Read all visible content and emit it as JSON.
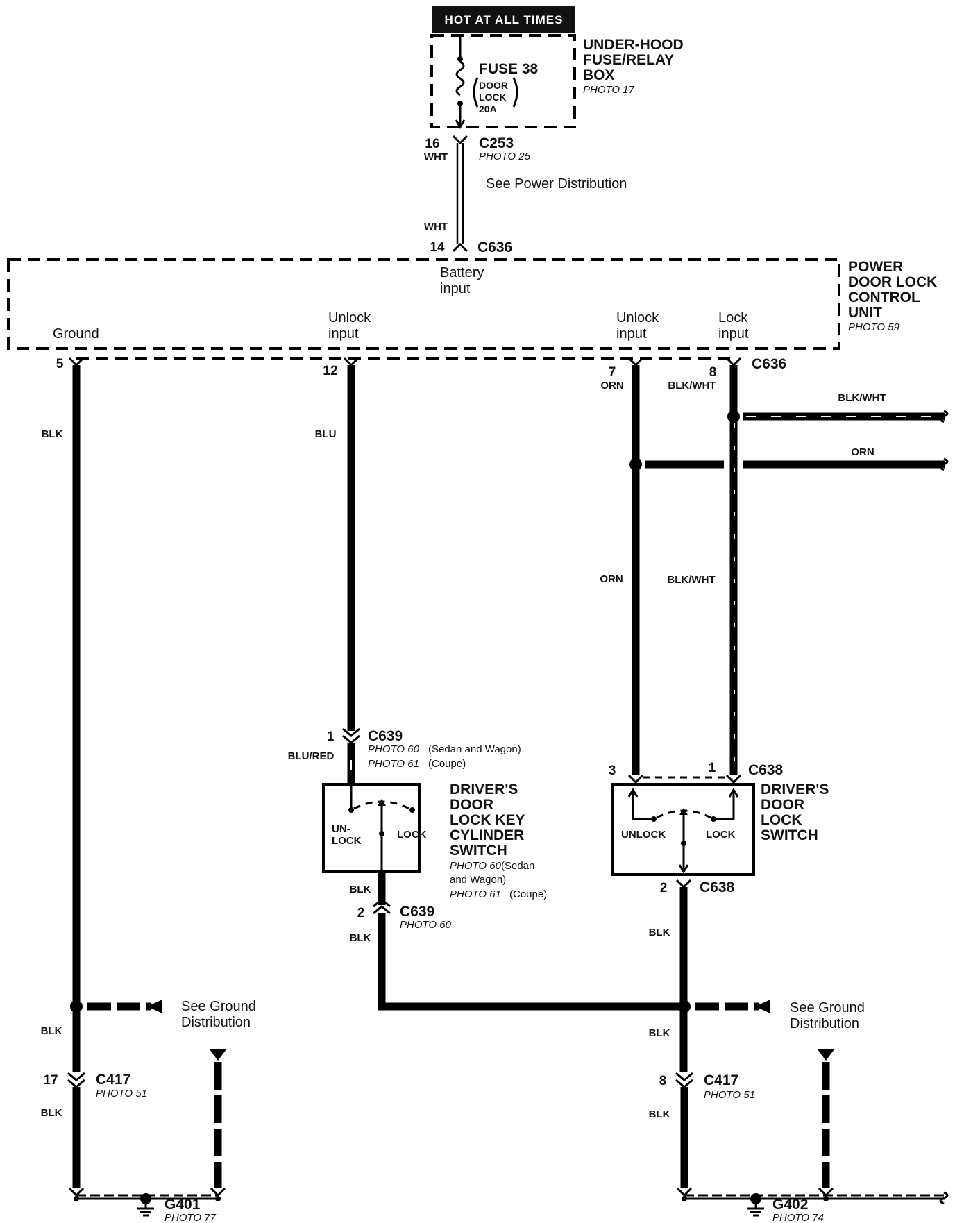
{
  "header": {
    "hot_label": "HOT AT ALL TIMES"
  },
  "fuse_box": {
    "title_lines": [
      "UNDER-HOOD",
      "FUSE/RELAY",
      "BOX"
    ],
    "photo": "PHOTO 17",
    "fuse_name": "FUSE 38",
    "fuse_desc_lines": [
      "DOOR",
      "LOCK"
    ],
    "fuse_rating": "20A"
  },
  "connectors": {
    "c253": {
      "name": "C253",
      "photo": "PHOTO 25",
      "pin": "16",
      "wire": "WHT"
    },
    "power_dist_note": "See Power Distribution",
    "c636_top": {
      "name": "C636",
      "pin": "14",
      "wire": "WHT"
    },
    "c636_bottom": {
      "name": "C636"
    },
    "c639_top": {
      "name": "C639",
      "pin": "1",
      "photo_1": "PHOTO 60",
      "photo_1_note": "(Sedan and Wagon)",
      "photo_2": "PHOTO 61",
      "photo_2_note": "(Coupe)"
    },
    "c639_bottom": {
      "name": "C639",
      "pin": "2",
      "photo": "PHOTO 60"
    },
    "c638_top": {
      "name": "C638",
      "pin_left": "3",
      "pin_right": "1"
    },
    "c638_bottom": {
      "name": "C638",
      "pin": "2"
    },
    "c417_left": {
      "name": "C417",
      "pin": "17",
      "photo": "PHOTO 51"
    },
    "c417_right": {
      "name": "C417",
      "pin": "8",
      "photo": "PHOTO 51"
    }
  },
  "control_unit": {
    "title_lines": [
      "POWER",
      "DOOR LOCK",
      "CONTROL",
      "UNIT"
    ],
    "photo": "PHOTO 59",
    "battery_input_lines": [
      "Battery",
      "input"
    ],
    "ground_label": "Ground",
    "unlock_input_1_lines": [
      "Unlock",
      "input"
    ],
    "unlock_input_2_lines": [
      "Unlock",
      "input"
    ],
    "lock_input_lines": [
      "Lock",
      "input"
    ],
    "pins": {
      "ground": "5",
      "unlock_1": "12",
      "unlock_2": "7",
      "lock": "8"
    }
  },
  "wires": {
    "blk": "BLK",
    "blu": "BLU",
    "blu_red": "BLU/RED",
    "orn": "ORN",
    "blk_wht": "BLK/WHT"
  },
  "key_switch": {
    "title_lines": [
      "DRIVER'S",
      "DOOR",
      "LOCK KEY",
      "CYLINDER",
      "SWITCH"
    ],
    "photo_1": "PHOTO 60",
    "photo_1_note_lines": [
      "(Sedan",
      "and Wagon)"
    ],
    "photo_2": "PHOTO 61",
    "photo_2_note": "(Coupe)",
    "unlock_lines": [
      "UN-",
      "LOCK"
    ],
    "lock": "LOCK"
  },
  "lock_switch": {
    "title_lines": [
      "DRIVER'S",
      "DOOR",
      "LOCK",
      "SWITCH"
    ],
    "unlock": "UNLOCK",
    "lock": "LOCK"
  },
  "ground_dist_lines": [
    "See Ground",
    "Distribution"
  ],
  "grounds": {
    "g401": {
      "name": "G401",
      "photo": "PHOTO 77"
    },
    "g402": {
      "name": "G402",
      "photo": "PHOTO 74"
    }
  }
}
